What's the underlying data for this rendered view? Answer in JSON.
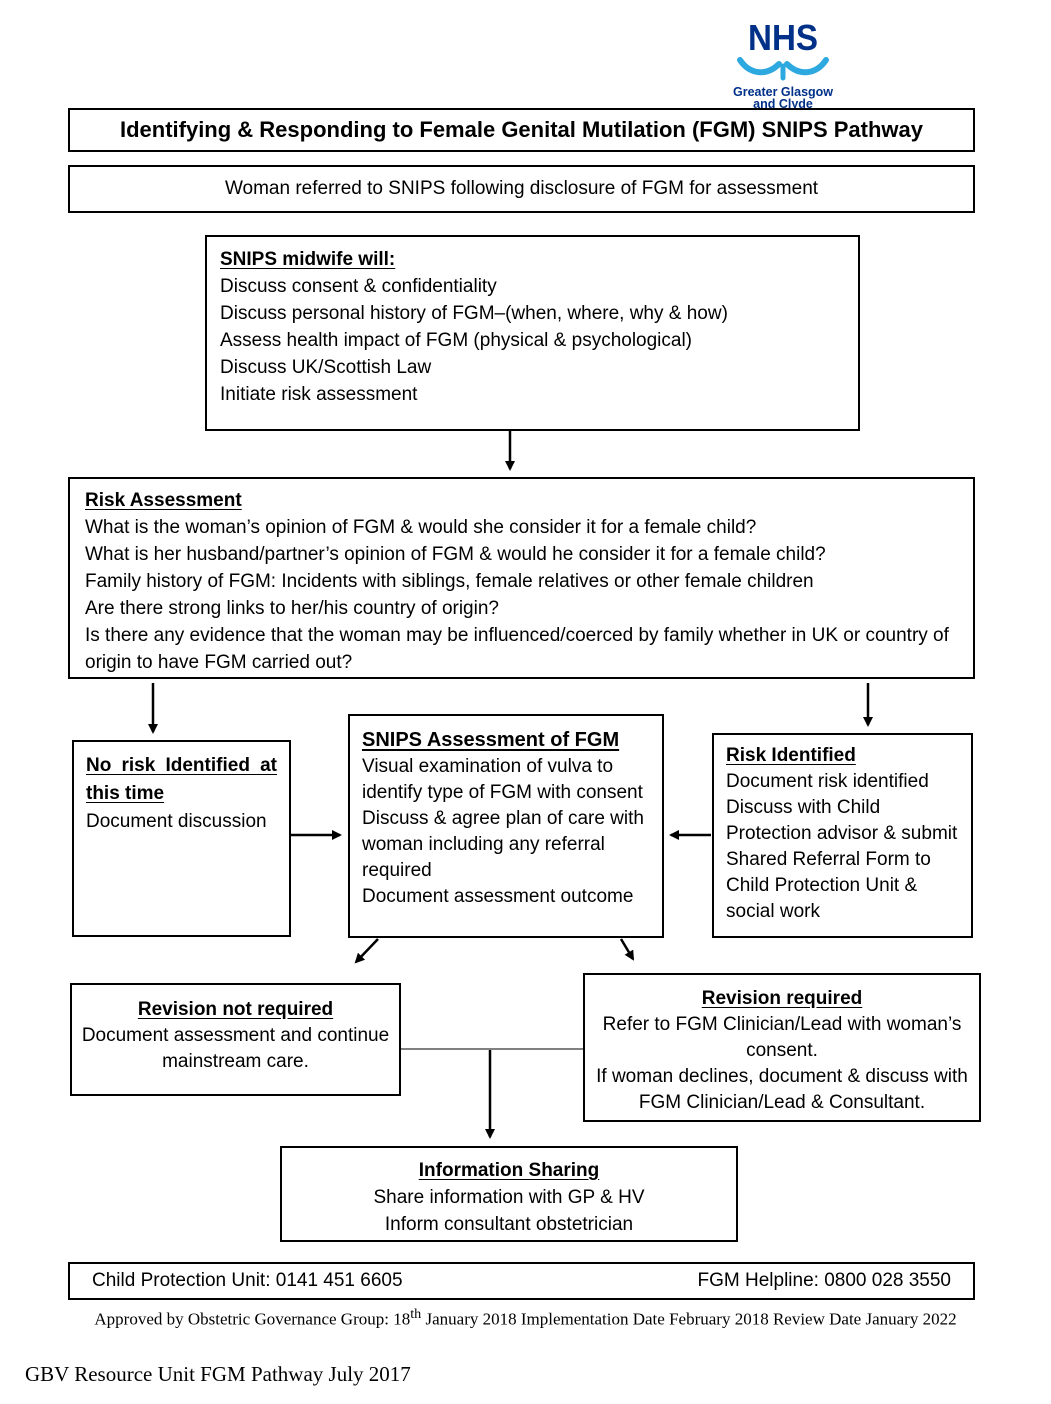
{
  "logo": {
    "nhs": "NHS",
    "org_line1": "Greater Glasgow",
    "org_line2": "and Clyde",
    "navy": "#003087",
    "light_blue": "#2DA9E0"
  },
  "title": "Identifying & Responding to Female Genital Mutilation (FGM) SNIPS Pathway",
  "referral": "Woman referred to SNIPS following disclosure of FGM for assessment",
  "midwife_box": {
    "heading": "SNIPS midwife will:",
    "lines": [
      "Discuss consent & confidentiality",
      "Discuss personal history of FGM–(when, where, why & how)",
      "Assess health impact of FGM (physical & psychological)",
      "Discuss UK/Scottish Law",
      "Initiate risk assessment"
    ]
  },
  "risk_assessment_box": {
    "heading": "Risk Assessment",
    "lines": [
      "What is the woman’s opinion of FGM & would she consider it for a female child?",
      "What is her husband/partner’s opinion of FGM & would he consider it for a female child?",
      "Family history of FGM: Incidents with siblings, female relatives or other female children",
      "Are there strong links to her/his country of origin?",
      "Is there any evidence that the woman may be influenced/coerced by family whether in UK or country of origin to have FGM carried out?"
    ]
  },
  "no_risk_box": {
    "heading": "No risk Identified at this time",
    "lines": [
      "Document discussion"
    ]
  },
  "snips_assessment_box": {
    "heading": "SNIPS Assessment of FGM",
    "lines": [
      "Visual examination of vulva to identify type of FGM with consent",
      "Discuss & agree plan of care with woman including any referral required",
      "Document assessment outcome"
    ]
  },
  "risk_identified_box": {
    "heading": "Risk Identified",
    "lines": [
      "Document risk identified",
      "Discuss with Child Protection advisor & submit Shared Referral Form to Child Protection Unit & social work"
    ]
  },
  "revision_not_required_box": {
    "heading": "Revision not required",
    "lines": [
      "Document assessment and continue mainstream care."
    ]
  },
  "revision_required_box": {
    "heading": "Revision required",
    "lines": [
      "Refer to FGM Clinician/Lead with woman’s consent.",
      "If woman declines, document & discuss with FGM Clinician/Lead & Consultant."
    ]
  },
  "information_sharing_box": {
    "heading": "Information Sharing",
    "lines": [
      "Share information with GP & HV",
      "Inform consultant obstetrician"
    ]
  },
  "contacts": {
    "left": "Child Protection Unit: 0141 451 6605",
    "right": "FGM Helpline: 0800 028 3550"
  },
  "approval": {
    "before": "Approved by Obstetric Governance Group: 18",
    "sup": "th",
    "after": " January 2018 Implementation Date February 2018 Review Date January 2022"
  },
  "footer": "GBV Resource Unit FGM Pathway July 2017"
}
